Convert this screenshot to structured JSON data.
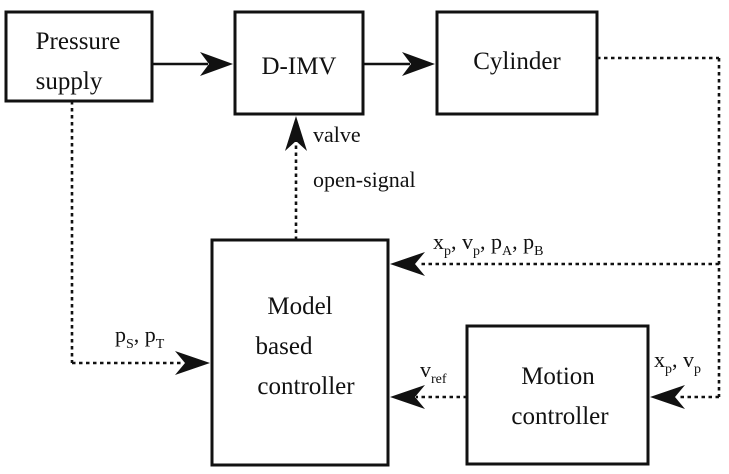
{
  "blocks": {
    "pressure_supply": [
      "Pressure",
      "supply"
    ],
    "dimv": "D-IMV",
    "cylinder": "Cylinder",
    "model_controller": [
      "Model",
      "based",
      "controller"
    ],
    "motion_controller": [
      "Motion",
      "controller"
    ]
  },
  "labels": {
    "valve_signal": [
      "valve",
      "open-signal"
    ],
    "feedback": {
      "x": "x",
      "x_sub": "p",
      "v": "v",
      "v_sub": "p",
      "pa": "p",
      "pa_sub": "A",
      "pb": "p",
      "pb_sub": "B"
    },
    "supply_pressures": {
      "ps": "p",
      "ps_sub": "S",
      "pt": "p",
      "pt_sub": "T"
    },
    "vref": {
      "v": "v",
      "sub": "ref"
    },
    "motion_feedback": {
      "x": "x",
      "x_sub": "p",
      "v": "v",
      "v_sub": "p"
    },
    "separator": ", "
  }
}
